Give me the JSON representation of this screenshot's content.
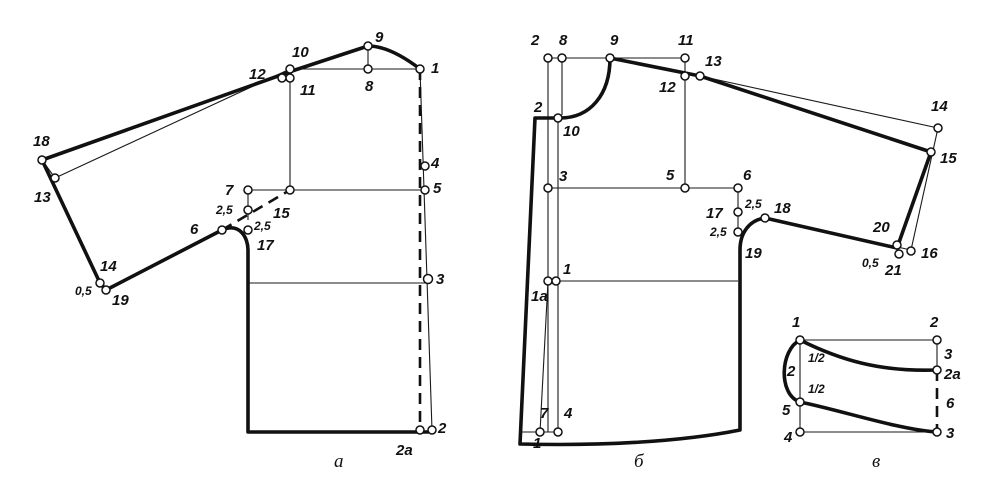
{
  "panels": {
    "a": {
      "caption": "а",
      "points": [
        "1",
        "2",
        "2а",
        "3",
        "4",
        "5",
        "6",
        "7",
        "8",
        "9",
        "10",
        "11",
        "12",
        "13",
        "14",
        "15",
        "17",
        "18",
        "19"
      ],
      "dimensions": [
        "2,5",
        "2,5",
        "0,5"
      ]
    },
    "b": {
      "caption": "б",
      "points": [
        "1",
        "1а",
        "2",
        "2",
        "3",
        "4",
        "5",
        "6",
        "7",
        "8",
        "9",
        "10",
        "11",
        "12",
        "13",
        "14",
        "15",
        "16",
        "17",
        "18",
        "19",
        "20",
        "21",
        "1"
      ],
      "dimensions": [
        "2,5",
        "2,5",
        "0,5"
      ]
    },
    "v": {
      "caption": "в",
      "points": [
        "1",
        "2",
        "2",
        "2а",
        "3",
        "3",
        "4",
        "5",
        "6"
      ],
      "dimensions": [
        "1/2",
        "1/2"
      ]
    }
  }
}
